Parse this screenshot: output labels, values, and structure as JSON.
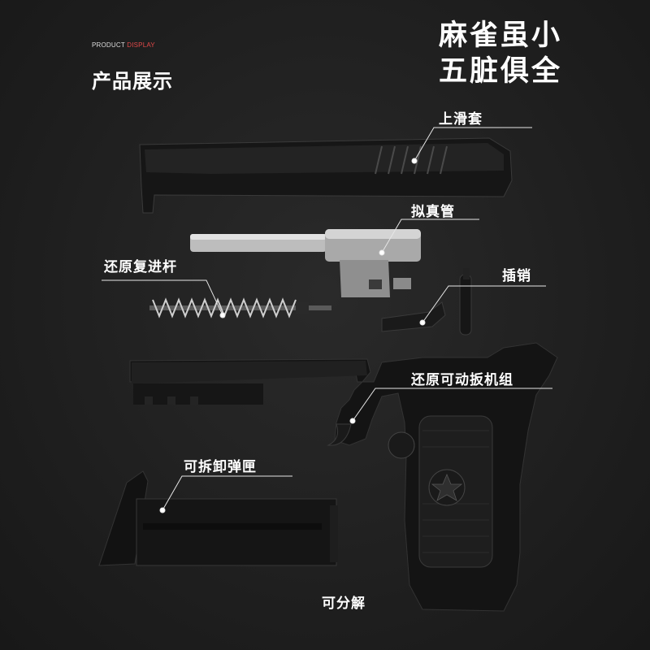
{
  "header": {
    "kicker_prefix": "PRODUCT ",
    "kicker_accent": "DISPLAY",
    "section_title": "产品展示",
    "headline_line1": "麻雀虽小",
    "headline_line2": "五脏俱全"
  },
  "callouts": {
    "slide": "上滑套",
    "barrel": "拟真管",
    "spring": "还原复进杆",
    "pin": "插销",
    "trigger": "还原可动扳机组",
    "magazine": "可拆卸弹匣",
    "footer": "可分解"
  },
  "colors": {
    "background": "#1f1f1f",
    "accent": "#e04848",
    "text": "#ffffff"
  }
}
